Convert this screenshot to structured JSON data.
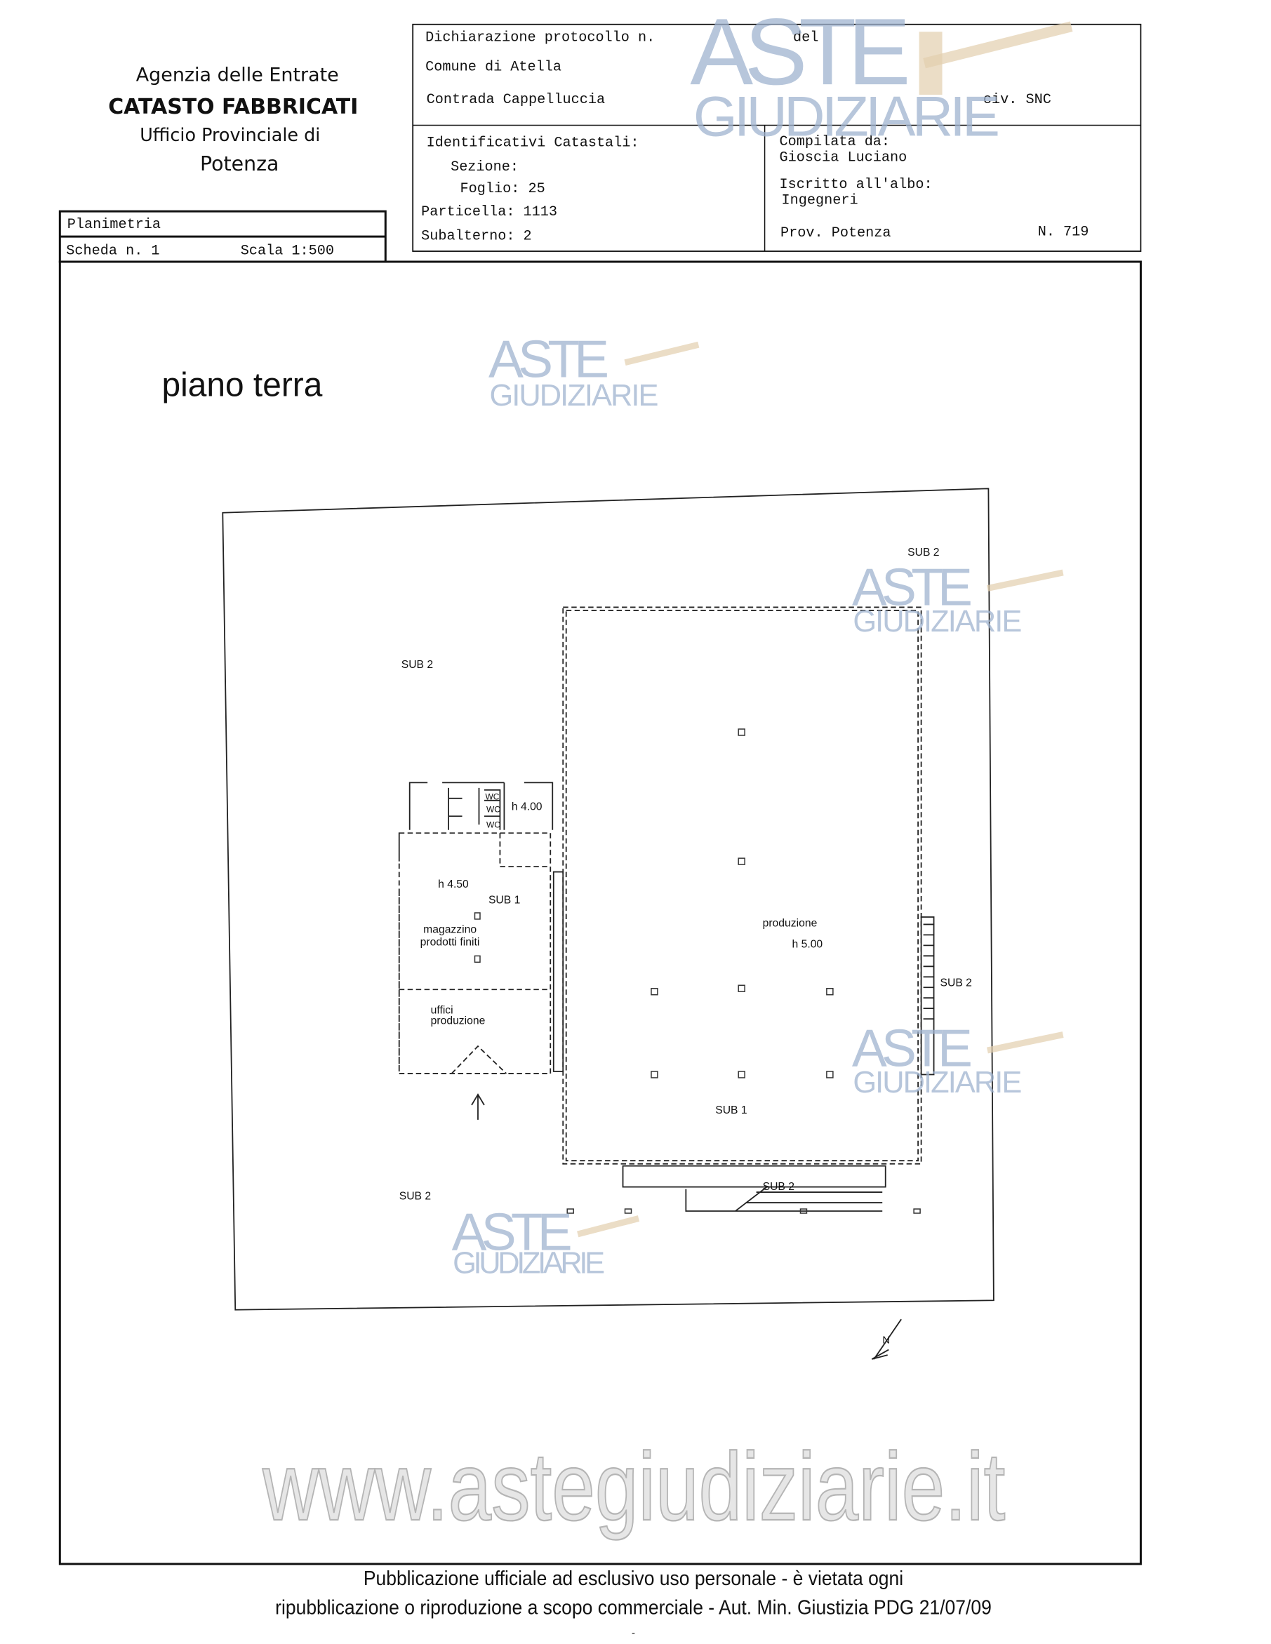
{
  "agency": {
    "line1": "Agenzia delle Entrate",
    "line2": "CATASTO FABBRICATI",
    "line3": "Ufficio Provinciale di",
    "line4": "Potenza"
  },
  "declaration": {
    "protocol": "Dichiarazione protocollo n.",
    "del": "del",
    "comune": "Comune di Atella",
    "address": "Contrada Cappelluccia",
    "civ": "civ. SNC"
  },
  "identifiers": {
    "title": "Identificativi Catastali:",
    "sezione": "Sezione:",
    "foglio": "Foglio: 25",
    "particella": "Particella: 1113",
    "subalterno": "Subalterno: 2"
  },
  "compiler": {
    "label": "Compilata da:",
    "name": "Gioscia Luciano",
    "albo_label": "Iscritto all'albo:",
    "albo": "Ingegneri",
    "prov": "Prov. Potenza",
    "number": "N. 719"
  },
  "sheet": {
    "type": "Planimetria",
    "scheda": "Scheda n. 1",
    "scala": "Scala 1:500"
  },
  "plan": {
    "floor": "piano terra",
    "labels": {
      "sub2_a": "SUB 2",
      "sub2_b": "SUB 2",
      "sub2_c": "SUB 2",
      "sub2_d": "SUB 2",
      "sub2_e": "SUB 2",
      "sub1_a": "SUB 1",
      "sub1_b": "SUB 1",
      "h400": "h 4.00",
      "h450": "h 4.50",
      "h500": "h 5.00",
      "magazzino1": "magazzino",
      "magazzino2": "prodotti finiti",
      "uffici1": "uffici",
      "uffici2": "produzione",
      "produzione": "produzione",
      "wc1": "WC",
      "wc2": "WC",
      "wc3": "WC",
      "north": "N"
    }
  },
  "watermark": {
    "aste": "ASTE",
    "giudiziarie": "GIUDIZIARIE",
    "url": "www.astegiudiziarie.it"
  },
  "footer": {
    "line1": "Pubblicazione ufficiale ad esclusivo uso personale - è vietata ogni",
    "line2": "ripubblicazione o riproduzione a scopo commerciale - Aut. Min. Giustizia PDG 21/07/09",
    "dash": "-"
  }
}
